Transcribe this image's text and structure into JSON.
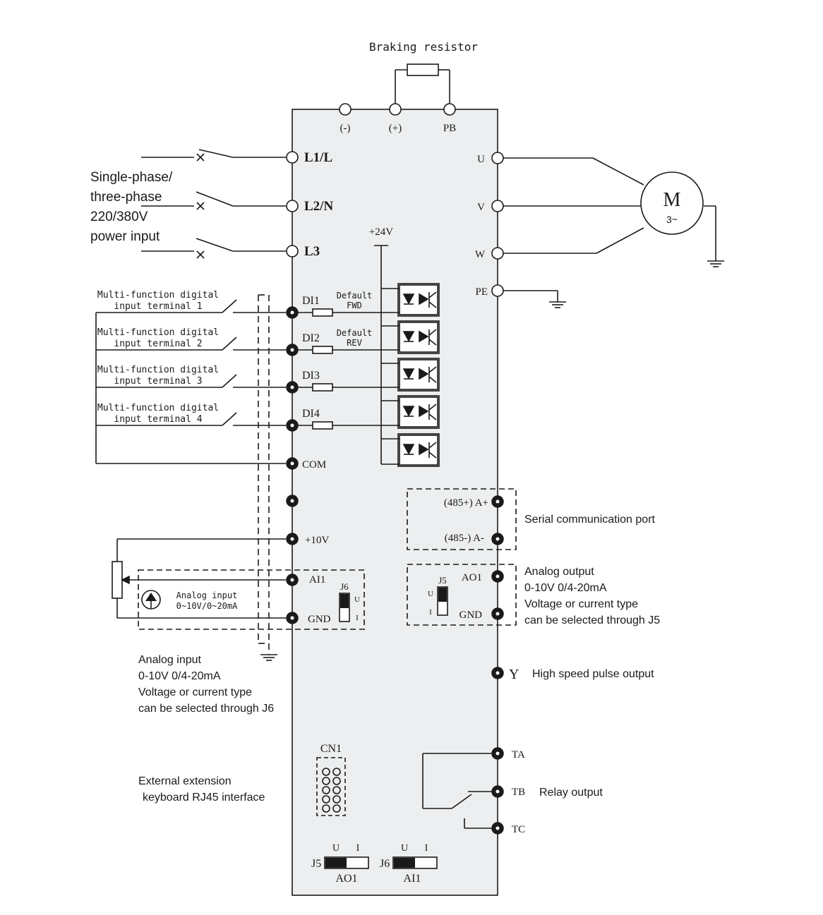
{
  "braking": {
    "title": "Braking resistor",
    "minus": "(-)",
    "plus": "(+)",
    "pb": "PB"
  },
  "power": {
    "l1": "L1/L",
    "l2": "L2/N",
    "l3": "L3",
    "desc": [
      "Single-phase/",
      "three-phase",
      "220/380V",
      "power input"
    ]
  },
  "motor": {
    "u": "U",
    "v": "V",
    "w": "W",
    "pe": "PE",
    "m": "M",
    "phase": "3~"
  },
  "supply24": "+24V",
  "digital": {
    "inputs": [
      {
        "l1": "Multi-function digital",
        "l2": "input terminal 1",
        "term": "DI1",
        "def1": "Default",
        "def2": "FWD"
      },
      {
        "l1": "Multi-function digital",
        "l2": "input terminal 2",
        "term": "DI2",
        "def1": "Default",
        "def2": "REV"
      },
      {
        "l1": "Multi-function digital",
        "l2": "input terminal 3",
        "term": "DI3"
      },
      {
        "l1": "Multi-function digital",
        "l2": "input terminal 4",
        "term": "DI4"
      }
    ],
    "com": "COM"
  },
  "serial": {
    "a_plus": "(485+) A+",
    "a_minus": "(485-) A-",
    "desc": "Serial communication port"
  },
  "analog_in": {
    "v10": "+10V",
    "ai1": "AI1",
    "gnd": "GND",
    "j6": "J6",
    "u": "U",
    "i": "I",
    "box1": "Analog input",
    "box2": "0~10V/0~20mA",
    "desc": [
      "Analog input",
      "0-10V 0/4-20mA",
      "Voltage or current type",
      "can be selected through J6"
    ]
  },
  "analog_out": {
    "ao1": "AO1",
    "gnd": "GND",
    "j5": "J5",
    "u": "U",
    "i": "I",
    "desc": [
      "Analog output",
      "0-10V 0/4-20mA",
      "Voltage or current type",
      "can be selected through J5"
    ]
  },
  "pulse": {
    "y": "Y",
    "desc": "High speed pulse output"
  },
  "relay": {
    "ta": "TA",
    "tb": "TB",
    "tc": "TC",
    "desc": "Relay output"
  },
  "keyboard": {
    "cn1": "CN1",
    "desc": [
      "External extension",
      "keyboard RJ45 interface"
    ]
  },
  "jumpers": {
    "j5": "J5",
    "j5_label": "AO1",
    "j5_u": "U",
    "j5_i": "I",
    "j6": "J6",
    "j6_label": "AI1",
    "j6_u": "U",
    "j6_i": "I"
  }
}
